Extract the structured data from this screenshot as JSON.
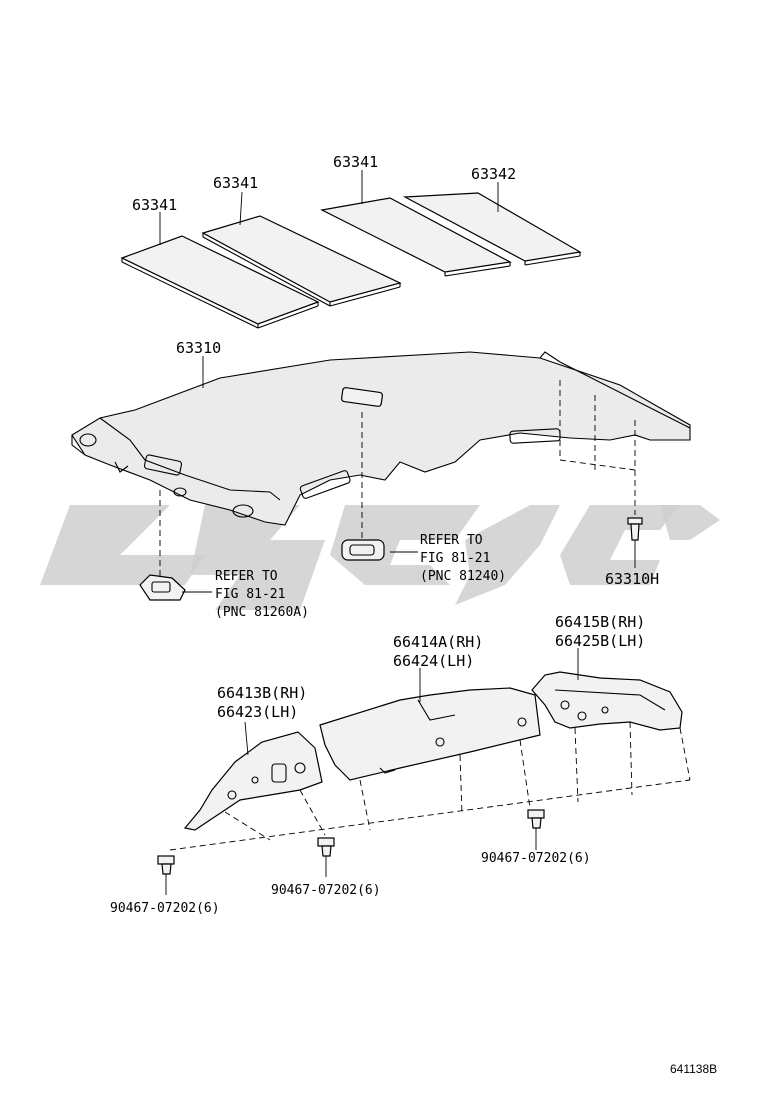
{
  "labels": {
    "p63341_a": "63341",
    "p63341_b": "63341",
    "p63341_c": "63341",
    "p63342": "63342",
    "p63310": "63310",
    "p63310h": "63310H",
    "ref1": {
      "line1": "REFER TO",
      "line2": "FIG 81-21",
      "line3": "(PNC 81240)"
    },
    "ref2": {
      "line1": "REFER TO",
      "line2": "FIG 81-21",
      "line3": "(PNC 81260A)"
    },
    "p66414": {
      "line1": "66414A(RH)",
      "line2": "66424(LH)"
    },
    "p66415": {
      "line1": "66415B(RH)",
      "line2": "66425B(LH)"
    },
    "p66413": {
      "line1": "66413B(RH)",
      "line2": "66423(LH)"
    },
    "clip_a": "90467-07202(6)",
    "clip_b": "90467-07202(6)",
    "clip_c": "90467-07202(6)",
    "diagram_id": "641138B"
  },
  "colors": {
    "line": "#000000",
    "part_fill": "#f2f2f2",
    "watermark": "#cfcfcf"
  }
}
